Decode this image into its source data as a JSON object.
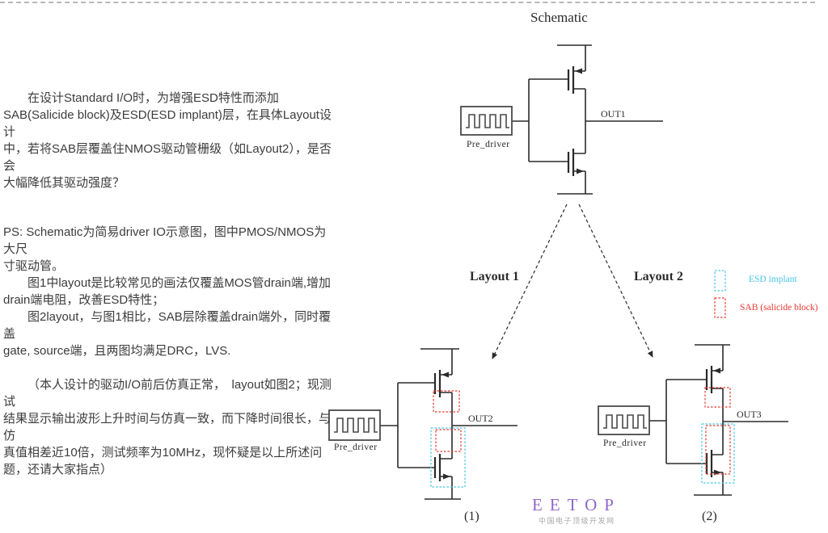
{
  "question": {
    "p1": [
      "在设计Standard I/O时，为增强ESD特性而添加",
      "SAB(Salicide block)及ESD(ESD implant)层，在具体Layout设计",
      "中，若将SAB层覆盖住NMOS驱动管栅级（如Layout2），是否会",
      "大幅降低其驱动强度？"
    ],
    "p2": [
      "PS: Schematic为简易driver IO示意图，图中PMOS/NMOS为大尺",
      "寸驱动管。"
    ],
    "p3": [
      "图1中layout是比较常见的画法仅覆盖MOS管drain端,增加",
      "drain端电阻，改善ESD特性；"
    ],
    "p4": [
      "图2layout，与图1相比，SAB层除覆盖drain端外，同时覆盖",
      "gate, source端，且两图均满足DRC，LVS."
    ],
    "p5": [
      "（本人设计的驱动I/O前后仿真正常，　layout如图2；现测试",
      "结果显示输出波形上升时间与仿真一致，而下降时间很长，与仿",
      "真值相差近10倍，测试频率为10MHz，现怀疑是以上所述问",
      "题，还请大家指点）"
    ]
  },
  "schematic": {
    "title": "Schematic",
    "pre_driver": "Pre_driver",
    "out": "OUT1"
  },
  "layout1": {
    "title": "Layout 1",
    "pre_driver": "Pre_driver",
    "out": "OUT2",
    "fig": "(1)"
  },
  "layout2": {
    "title": "Layout 2",
    "pre_driver": "Pre_driver",
    "out": "OUT3",
    "fig": "(2)"
  },
  "legend": {
    "esd_label": "ESD implant",
    "esd_color": "#45c5ea",
    "sab_label": "SAB (salicide block)",
    "sab_color": "#e8392f"
  },
  "watermark": {
    "logo": "EETOP",
    "slogan": "中国电子顶级开发网",
    "logo_color": "#9266cc"
  },
  "colors": {
    "wire": "#2b2b2b",
    "body_text": "#3c3c3c",
    "divider": "#b8b8b8"
  }
}
